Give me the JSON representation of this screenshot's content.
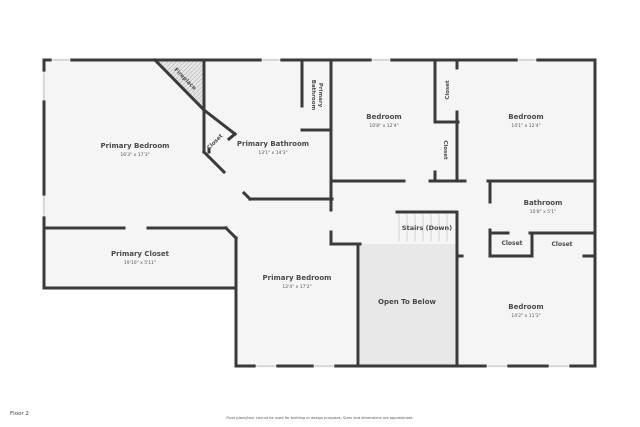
{
  "floor": {
    "label": "Floor 2"
  },
  "disclaimer": "Floor plans/tour cannot be used for building or design purposes. Sizes and dimensions are approximate.",
  "colors": {
    "wall": "#3a3a3a",
    "floor": "#f5f5f5",
    "open_to_below": "#e8e8e8",
    "window": "#d9d9d9",
    "background": "#ffffff"
  },
  "rooms": {
    "primary_bedroom_1": {
      "name": "Primary Bedroom",
      "dims": "16'3\" x 17'3\""
    },
    "fireplace": {
      "name": "Fireplace"
    },
    "closet_primary": {
      "name": "Closet"
    },
    "primary_bathroom": {
      "name": "Primary Bathroom",
      "dims": "13'1\" x 14'3\""
    },
    "primary_bathroom_wc": {
      "name_line1": "Primary",
      "name_line2": "Bathroom"
    },
    "bedroom_1": {
      "name": "Bedroom",
      "dims": "10'8\" x 12'4\""
    },
    "closet_top": {
      "name": "Closet"
    },
    "closet_mid": {
      "name": "Closet"
    },
    "bedroom_2": {
      "name": "Bedroom",
      "dims": "14'1\" x 12'4\""
    },
    "bathroom": {
      "name": "Bathroom",
      "dims": "10'8\" x 5'1\""
    },
    "stairs": {
      "name": "Stairs (Down)"
    },
    "closet_bath_1": {
      "name": "Closet"
    },
    "closet_bath_2": {
      "name": "Closet"
    },
    "primary_closet": {
      "name": "Primary Closet",
      "dims": "19'10\" x 5'11\""
    },
    "primary_bedroom_2": {
      "name": "Primary Bedroom",
      "dims": "12'4\" x 17'2\""
    },
    "open_to_below": {
      "name": "Open To Below"
    },
    "bedroom_3": {
      "name": "Bedroom",
      "dims": "14'2\" x 11'3\""
    }
  }
}
